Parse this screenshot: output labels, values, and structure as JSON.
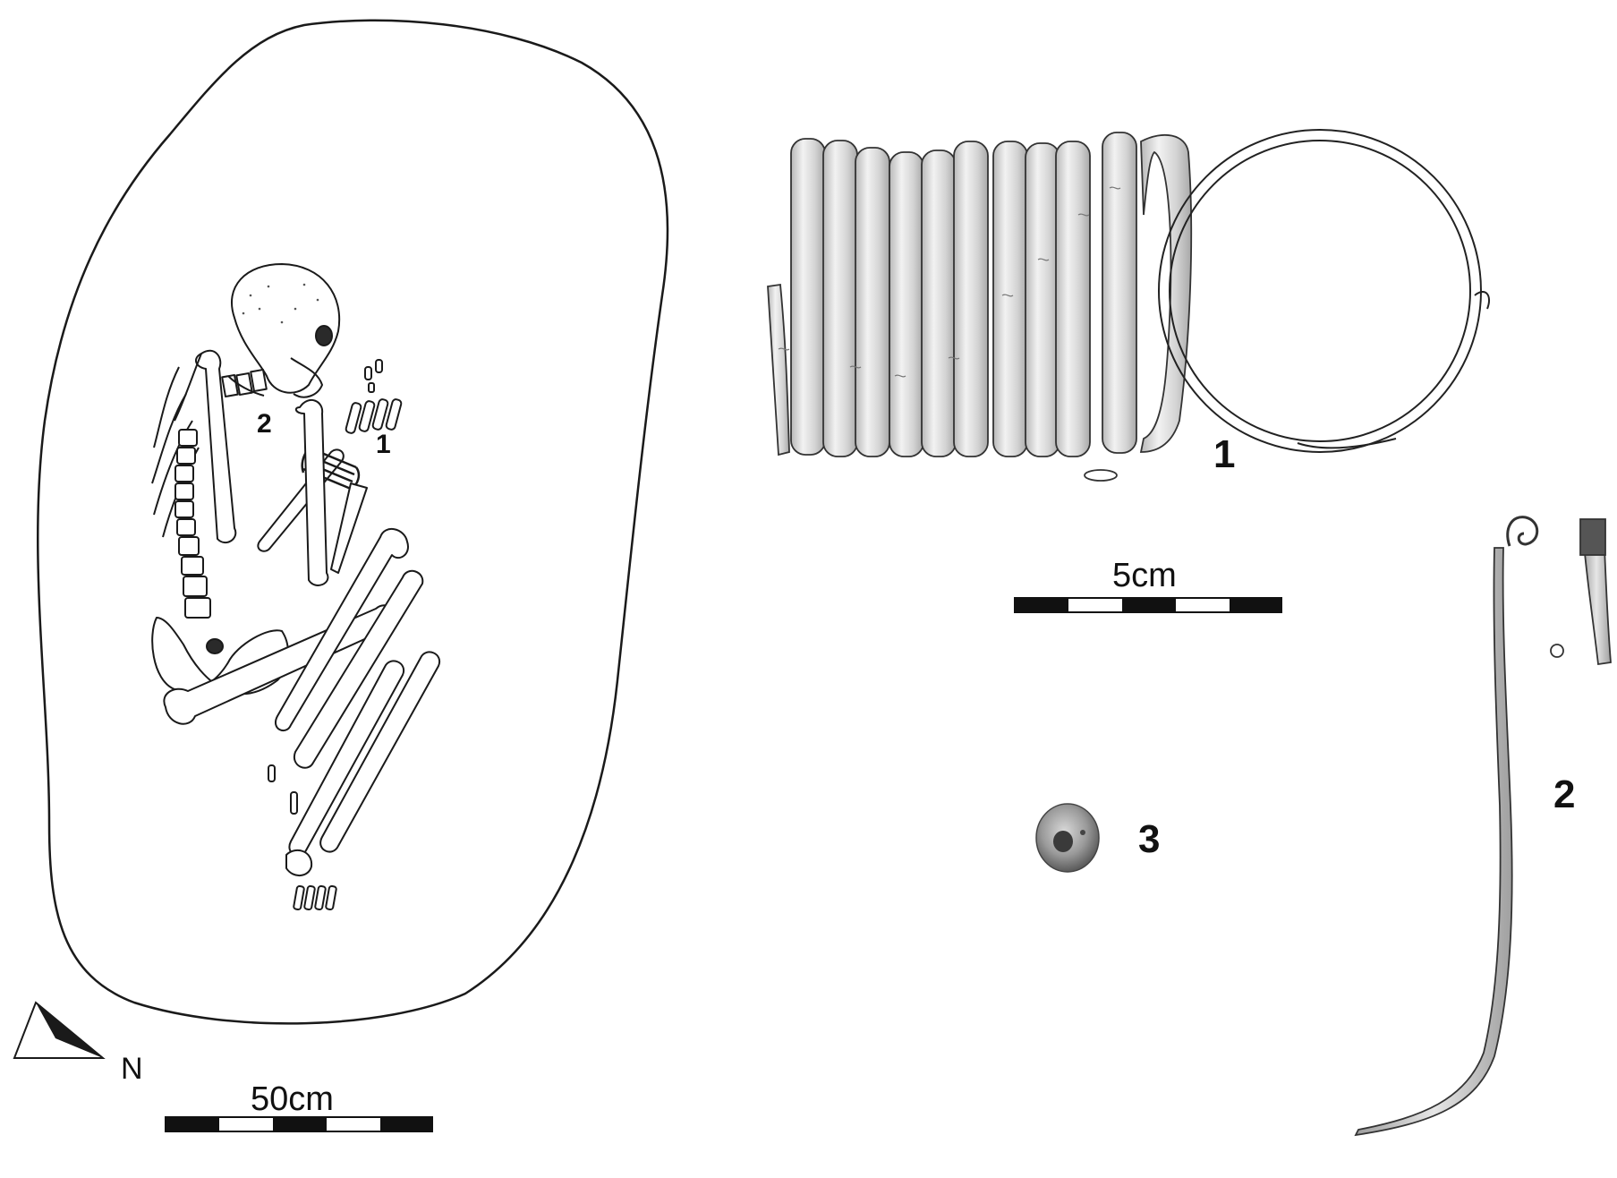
{
  "labels": {
    "item1_in_plan": "1",
    "item2_in_plan": "2",
    "item1": "1",
    "item2": "2",
    "item3": "3",
    "north": "N"
  },
  "scale_bars": {
    "plan": "50cm",
    "artifacts": "5cm"
  },
  "colors": {
    "ink": "#1a1a1a",
    "metal_fill": "#d9d9d9",
    "bead_fill": "#9a9a9a"
  }
}
